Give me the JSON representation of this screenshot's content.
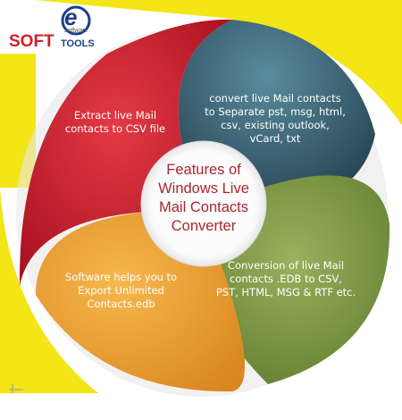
{
  "logo": {
    "mark_letter": "e",
    "brand_main": "SOFT",
    "brand_secondary": "TOOLS",
    "brand_tagline": "software"
  },
  "center": {
    "lines": [
      "Features of",
      "Windows Live",
      "Mail Contacts",
      "Converter"
    ]
  },
  "segments": [
    {
      "lines": [
        "Extract live Mail",
        "contacts to CSV file"
      ],
      "color": "#c81e32"
    },
    {
      "lines": [
        "convert live Mail contacts",
        "to Separate pst, msg, html,",
        "csv, existing outlook,",
        "vCard, txt"
      ],
      "color": "#3b6a7d"
    },
    {
      "lines": [
        "Conversion of live Mail",
        "contacts .EDB to CSV,",
        "PST, HTML, MSG & RTF etc."
      ],
      "color": "#7f9a48"
    },
    {
      "lines": [
        "Software helps you to",
        "Export Unlimited",
        "Contacts.edb"
      ],
      "color": "#f0a437"
    }
  ],
  "colors": {
    "background_accent": "#f3e516",
    "center_text": "#a8262f"
  }
}
